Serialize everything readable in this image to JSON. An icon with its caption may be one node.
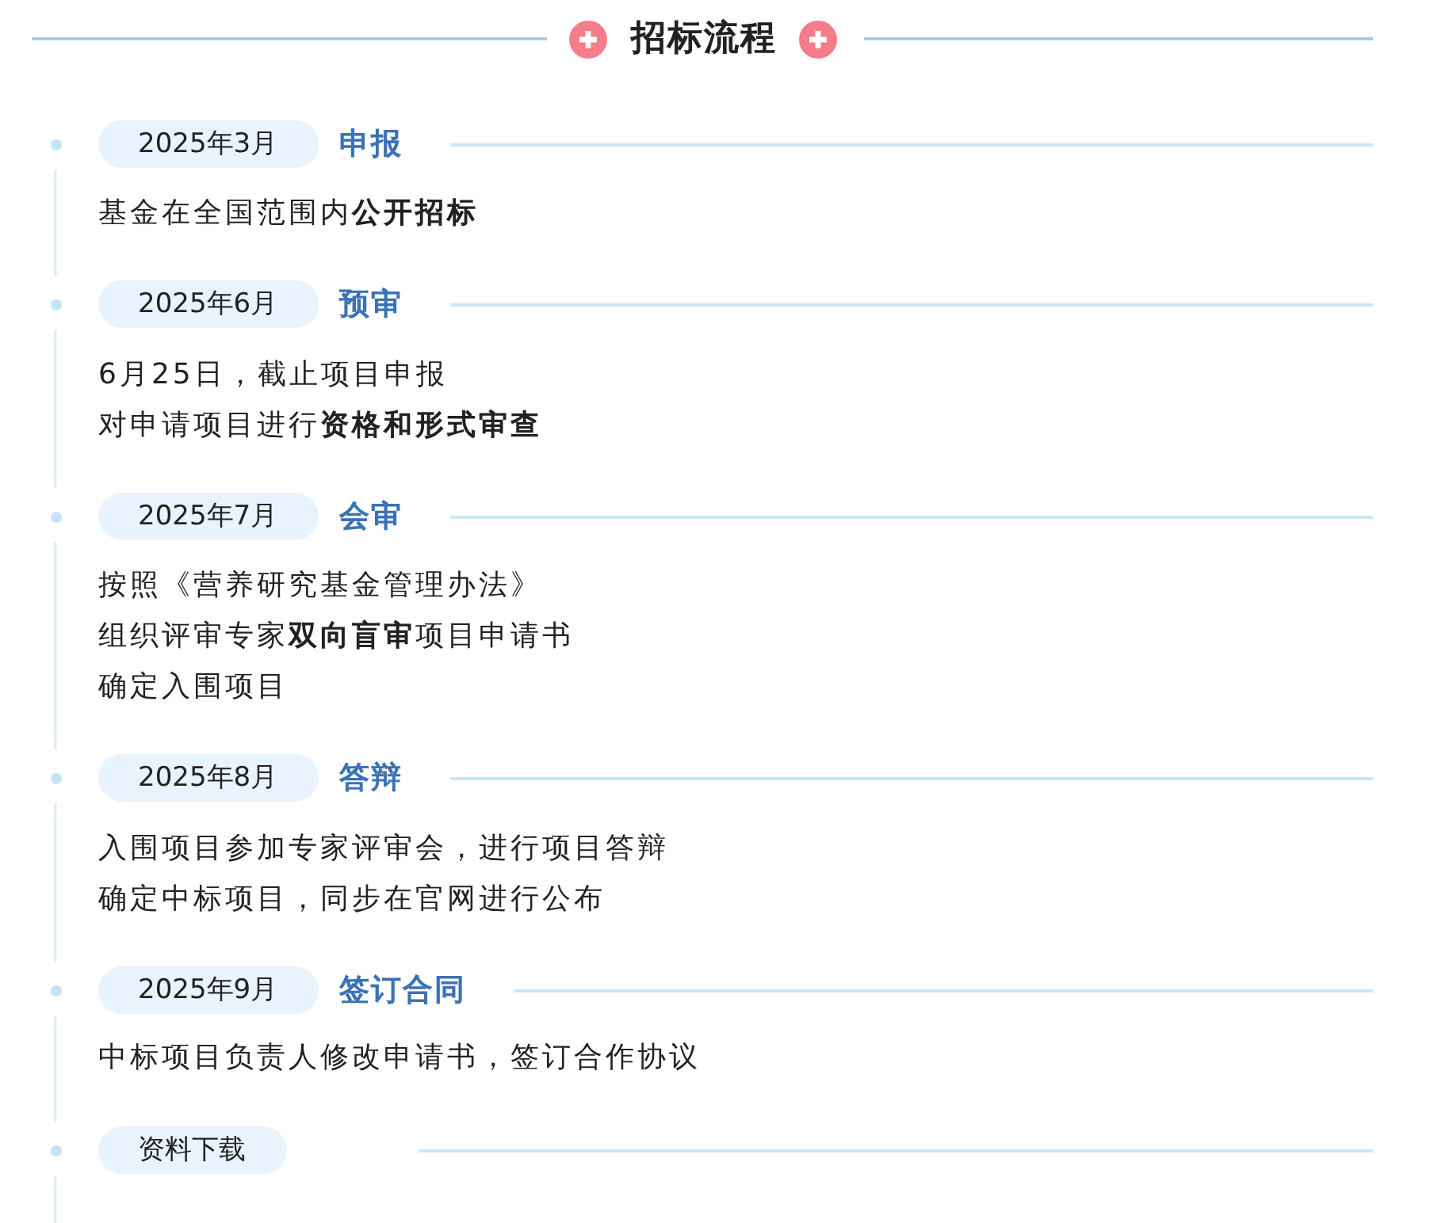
{
  "diagram": {
    "title": "招标流程",
    "nodes": [
      {
        "text": [
          "2025年3月"
        ],
        "beside": [
          "申报"
        ]
      },
      {
        "text": [
          "2025年6月"
        ],
        "beside": [
          "预审"
        ]
      },
      {
        "text": [
          "2025年7月"
        ],
        "beside": [
          "会审"
        ]
      },
      {
        "text": [
          "2025年8月"
        ],
        "beside": [
          "答辩"
        ]
      },
      {
        "text": [
          "2025年9月"
        ],
        "beside": [
          "签订合同"
        ]
      },
      {
        "text": [
          "资料下载"
        ]
      }
    ],
    "labels": [
      "基金在全国范围内**公开招标**",
      "6月25日，截止项目申报",
      "对申请项目进行**资格和形式审查**",
      "按照《营养研究基金管理办法》",
      "组织评审专家**双向盲审**项目申请书",
      "确定入围项目",
      "入围项目参加专家评审会，进行项目答辩",
      "确定中标项目，同步在官网进行公布",
      "中标项目负责人修改申请书，签订合作协议"
    ]
  }
}
